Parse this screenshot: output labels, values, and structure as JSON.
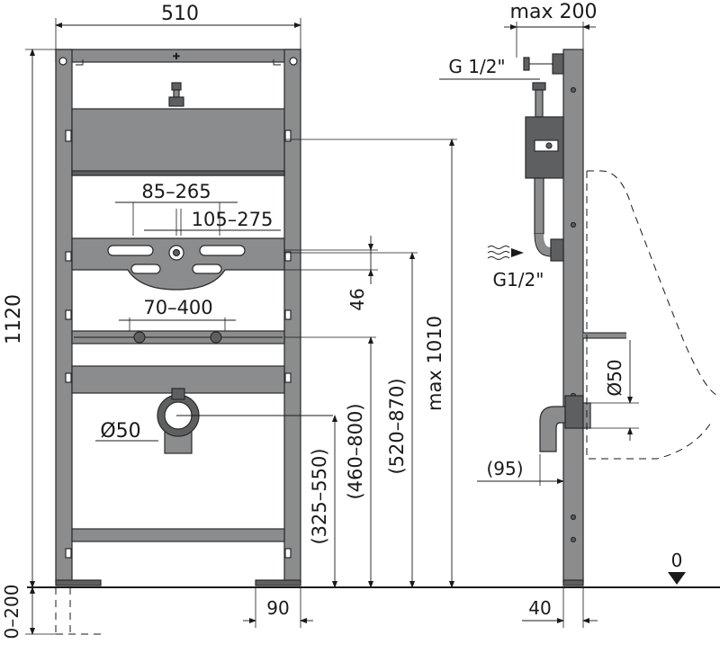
{
  "dimensions": {
    "width_510": "510",
    "height_1120": "1120",
    "adjust_0_200": "0–200",
    "foot_90": "90",
    "range_85_265": "85–265",
    "range_105_275": "105–275",
    "range_70_400": "70–400",
    "spacing_46": "46",
    "diameter_50_front": "Ø50",
    "height_325_550": "(325–550)",
    "height_460_800": "(460–800)",
    "height_520_870": "(520–870)",
    "height_max_1010": "max 1010",
    "depth_max_200": "max 200",
    "thread_top": "G 1/2\"",
    "thread_side": "G1/2\"",
    "diameter_50_side": "Ø50",
    "offset_95": "(95)",
    "frame_40": "40",
    "floor_0": "0"
  },
  "colors": {
    "frame": "#8b8c8e",
    "frame_dark": "#5e5f61",
    "line": "#1a1a1a"
  },
  "icons": {
    "water_flow": "water-wave-icon",
    "floor_marker": "triangle-down-icon"
  }
}
